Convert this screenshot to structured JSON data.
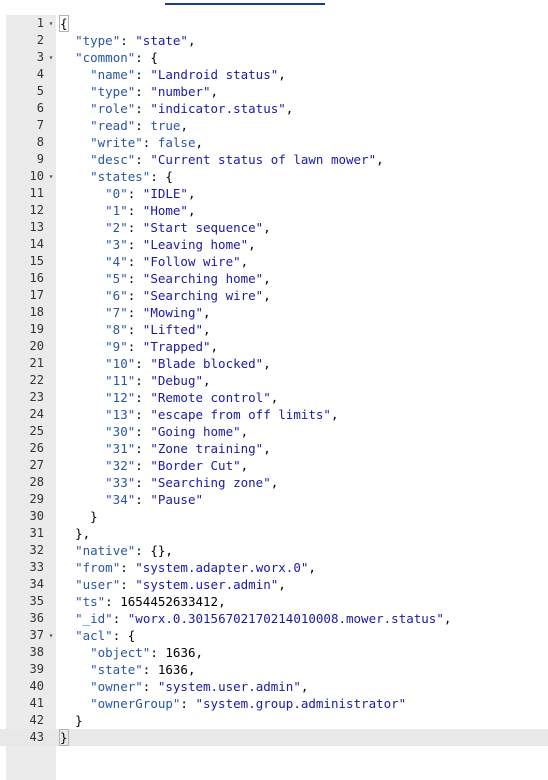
{
  "editor": {
    "lines": [
      {
        "num": "1",
        "fold": true,
        "indent": 0,
        "key": "",
        "value": "",
        "vtype": "",
        "text": "{",
        "first": true
      },
      {
        "num": "2",
        "indent": 1,
        "key": "\"type\"",
        "value": "\"state\"",
        "vtype": "s",
        "text": ","
      },
      {
        "num": "3",
        "fold": true,
        "indent": 1,
        "key": "\"common\"",
        "value": "",
        "vtype": "",
        "text": "{"
      },
      {
        "num": "4",
        "indent": 2,
        "key": "\"name\"",
        "value": "\"Landroid status\"",
        "vtype": "s",
        "text": ","
      },
      {
        "num": "5",
        "indent": 2,
        "key": "\"type\"",
        "value": "\"number\"",
        "vtype": "s",
        "text": ","
      },
      {
        "num": "6",
        "indent": 2,
        "key": "\"role\"",
        "value": "\"indicator.status\"",
        "vtype": "s",
        "text": ","
      },
      {
        "num": "7",
        "indent": 2,
        "key": "\"read\"",
        "value": "true",
        "vtype": "b",
        "text": ","
      },
      {
        "num": "8",
        "indent": 2,
        "key": "\"write\"",
        "value": "false",
        "vtype": "b",
        "text": ","
      },
      {
        "num": "9",
        "indent": 2,
        "key": "\"desc\"",
        "value": "\"Current status of lawn mower\"",
        "vtype": "s",
        "text": ","
      },
      {
        "num": "10",
        "fold": true,
        "indent": 2,
        "key": "\"states\"",
        "value": "",
        "vtype": "",
        "text": "{"
      },
      {
        "num": "11",
        "indent": 3,
        "key": "\"0\"",
        "value": "\"IDLE\"",
        "vtype": "s",
        "text": ","
      },
      {
        "num": "12",
        "indent": 3,
        "key": "\"1\"",
        "value": "\"Home\"",
        "vtype": "s",
        "text": ","
      },
      {
        "num": "13",
        "indent": 3,
        "key": "\"2\"",
        "value": "\"Start sequence\"",
        "vtype": "s",
        "text": ","
      },
      {
        "num": "14",
        "indent": 3,
        "key": "\"3\"",
        "value": "\"Leaving home\"",
        "vtype": "s",
        "text": ","
      },
      {
        "num": "15",
        "indent": 3,
        "key": "\"4\"",
        "value": "\"Follow wire\"",
        "vtype": "s",
        "text": ","
      },
      {
        "num": "16",
        "indent": 3,
        "key": "\"5\"",
        "value": "\"Searching home\"",
        "vtype": "s",
        "text": ","
      },
      {
        "num": "17",
        "indent": 3,
        "key": "\"6\"",
        "value": "\"Searching wire\"",
        "vtype": "s",
        "text": ","
      },
      {
        "num": "18",
        "indent": 3,
        "key": "\"7\"",
        "value": "\"Mowing\"",
        "vtype": "s",
        "text": ","
      },
      {
        "num": "19",
        "indent": 3,
        "key": "\"8\"",
        "value": "\"Lifted\"",
        "vtype": "s",
        "text": ","
      },
      {
        "num": "20",
        "indent": 3,
        "key": "\"9\"",
        "value": "\"Trapped\"",
        "vtype": "s",
        "text": ","
      },
      {
        "num": "21",
        "indent": 3,
        "key": "\"10\"",
        "value": "\"Blade blocked\"",
        "vtype": "s",
        "text": ","
      },
      {
        "num": "22",
        "indent": 3,
        "key": "\"11\"",
        "value": "\"Debug\"",
        "vtype": "s",
        "text": ","
      },
      {
        "num": "23",
        "indent": 3,
        "key": "\"12\"",
        "value": "\"Remote control\"",
        "vtype": "s",
        "text": ","
      },
      {
        "num": "24",
        "indent": 3,
        "key": "\"13\"",
        "value": "\"escape from off limits\"",
        "vtype": "s",
        "text": ","
      },
      {
        "num": "25",
        "indent": 3,
        "key": "\"30\"",
        "value": "\"Going home\"",
        "vtype": "s",
        "text": ","
      },
      {
        "num": "26",
        "indent": 3,
        "key": "\"31\"",
        "value": "\"Zone training\"",
        "vtype": "s",
        "text": ","
      },
      {
        "num": "27",
        "indent": 3,
        "key": "\"32\"",
        "value": "\"Border Cut\"",
        "vtype": "s",
        "text": ","
      },
      {
        "num": "28",
        "indent": 3,
        "key": "\"33\"",
        "value": "\"Searching zone\"",
        "vtype": "s",
        "text": ","
      },
      {
        "num": "29",
        "indent": 3,
        "key": "\"34\"",
        "value": "\"Pause\"",
        "vtype": "s",
        "text": ""
      },
      {
        "num": "30",
        "indent": 2,
        "key": "",
        "value": "",
        "vtype": "",
        "text": "}"
      },
      {
        "num": "31",
        "indent": 1,
        "key": "",
        "value": "",
        "vtype": "",
        "text": "},"
      },
      {
        "num": "32",
        "indent": 1,
        "key": "\"native\"",
        "value": "",
        "vtype": "",
        "text": "{},"
      },
      {
        "num": "33",
        "indent": 1,
        "key": "\"from\"",
        "value": "\"system.adapter.worx.0\"",
        "vtype": "s",
        "text": ","
      },
      {
        "num": "34",
        "indent": 1,
        "key": "\"user\"",
        "value": "\"system.user.admin\"",
        "vtype": "s",
        "text": ","
      },
      {
        "num": "35",
        "indent": 1,
        "key": "\"ts\"",
        "value": "1654452633412",
        "vtype": "n",
        "text": ","
      },
      {
        "num": "36",
        "indent": 1,
        "key": "\"_id\"",
        "value": "\"worx.0.30156702170214010008.mower.status\"",
        "vtype": "s",
        "text": ","
      },
      {
        "num": "37",
        "fold": true,
        "indent": 1,
        "key": "\"acl\"",
        "value": "",
        "vtype": "",
        "text": "{"
      },
      {
        "num": "38",
        "indent": 2,
        "key": "\"object\"",
        "value": "1636",
        "vtype": "n",
        "text": ","
      },
      {
        "num": "39",
        "indent": 2,
        "key": "\"state\"",
        "value": "1636",
        "vtype": "n",
        "text": ","
      },
      {
        "num": "40",
        "indent": 2,
        "key": "\"owner\"",
        "value": "\"system.user.admin\"",
        "vtype": "s",
        "text": ","
      },
      {
        "num": "41",
        "indent": 2,
        "key": "\"ownerGroup\"",
        "value": "\"system.group.administrator\"",
        "vtype": "s",
        "text": ""
      },
      {
        "num": "42",
        "indent": 1,
        "key": "",
        "value": "",
        "vtype": "",
        "text": "}"
      },
      {
        "num": "43",
        "indent": 0,
        "key": "",
        "value": "",
        "vtype": "",
        "text": "}",
        "active": true,
        "last": true
      }
    ],
    "fold_glyph": "▾"
  },
  "colors": {
    "key": "#2a56a6",
    "string": "#1a1aa6",
    "gutter": "#ebebeb",
    "active_line": "#e8e8e8"
  }
}
